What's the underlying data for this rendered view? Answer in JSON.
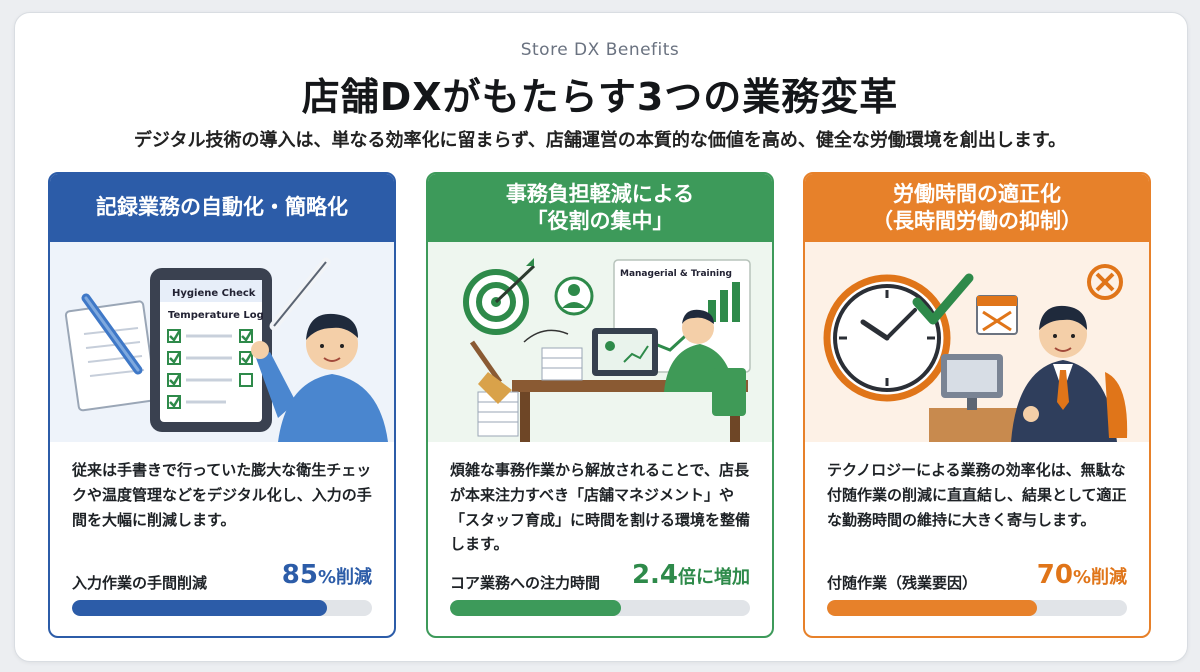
{
  "header": {
    "subtitle": "Store DX Benefits",
    "title": "店舗DXがもたらす3つの業務変革",
    "lead": "デジタル技術の導入は、単なる効率化に留まらず、店舗運営の本質的な価値を高め、健全な労働環境を創出します。"
  },
  "cards": [
    {
      "title": "記録業務の自動化・簡略化",
      "illustration": {
        "icons": [
          "tablet-checklist-icon",
          "stylus-pen-icon",
          "clipboard-icon",
          "pencil-icon",
          "staff-person-icon"
        ],
        "tablet_heading": "Hygiene Check",
        "tablet_subheading": "Temperature Log"
      },
      "description": "従来は手書きで行っていた膨大な衛生チェックや温度管理などをデジタル化し、入力の手間を大幅に削減します。",
      "metric_label": "入力作業の手間削減",
      "metric_number": "85",
      "metric_suffix": "%削減",
      "progress": 0.85,
      "accent": "#2c5ca8"
    },
    {
      "title": "事務負担軽減による\n「役割の集中」",
      "illustration": {
        "icons": [
          "target-icon",
          "person-icon",
          "broom-icon",
          "paper-stack-icon",
          "desk-computer-icon",
          "manager-person-icon"
        ],
        "board_label": "Managerial & Training"
      },
      "description": "煩雑な事務作業から解放されることで、店長が本来注力すべき「店舗マネジメント」や「スタッフ育成」に時間を割ける環境を整備します。",
      "metric_label": "コア業務への注力時間",
      "metric_number": "2.4",
      "metric_suffix": "倍に増加",
      "progress": 0.57,
      "accent": "#3d9a5a"
    },
    {
      "title": "労働時間の適正化\n（長時間労働の抑制）",
      "illustration": {
        "icons": [
          "clock-icon",
          "checkmark-icon",
          "calendar-icon",
          "cancel-icon",
          "terminal-icon",
          "staff-person-icon"
        ]
      },
      "description": "テクノロジーによる業務の効率化は、無駄な付随作業の削減に直直結し、結果として適正な勤務時間の維持に大きく寄与します。",
      "metric_label": "付随作業（残業要因）",
      "metric_number": "70",
      "metric_suffix": "%削減",
      "progress": 0.7,
      "accent": "#e7812a"
    }
  ]
}
